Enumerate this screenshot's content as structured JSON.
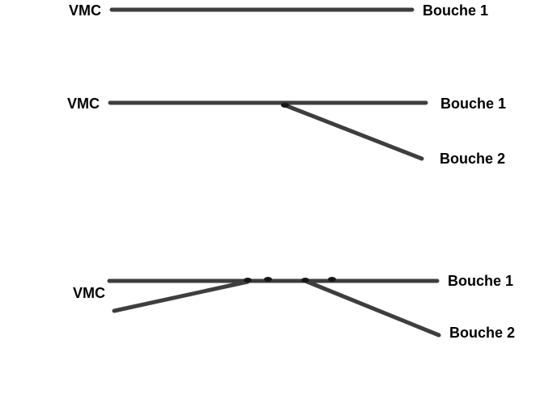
{
  "page": {
    "background": "#ffffff",
    "description_title": "VMC duct layouts"
  },
  "colors": {
    "line": "#3e3e3e",
    "dot": "#161616",
    "text": "#000000"
  },
  "diagrams": [
    {
      "id": "single-outlet-run",
      "source": "VMC",
      "outlets": [
        "Bouche 1"
      ]
    },
    {
      "id": "branched-run",
      "source": "VMC",
      "outlets": [
        "Bouche 1",
        "Bouche 2"
      ]
    },
    {
      "id": "tee-run-with-dampers",
      "source": "VMC",
      "outlets": [
        "Bouche 1",
        "Bouche 2"
      ]
    }
  ]
}
